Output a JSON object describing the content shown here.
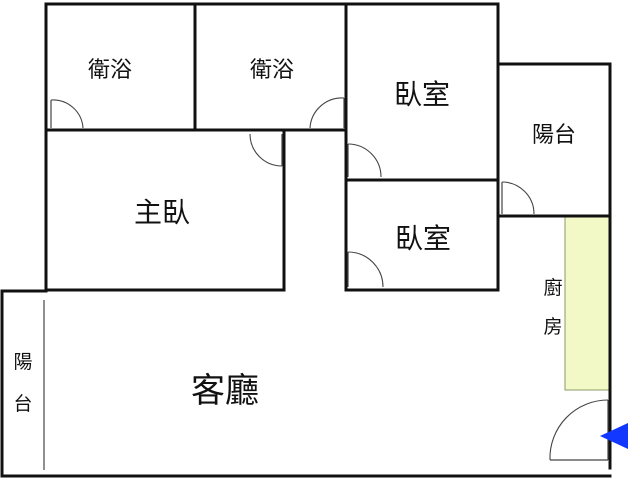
{
  "rooms": {
    "bath_1": "衛浴",
    "bath_2": "衛浴",
    "bedroom_top": "臥室",
    "balcony_right": "陽台",
    "master_bedroom": "主臥",
    "bedroom_middle": "臥室",
    "kitchen": [
      "廚",
      "房"
    ],
    "living_room": "客廳",
    "balcony_left": [
      "陽",
      "台"
    ]
  },
  "colors": {
    "kitchen_counter": "#f2f9c6",
    "kitchen_counter_border": "#8a9a6a",
    "entrance_marker": "#1237ff",
    "walls": "#111111"
  },
  "icons": {
    "entrance": "entrance-arrow-icon"
  }
}
